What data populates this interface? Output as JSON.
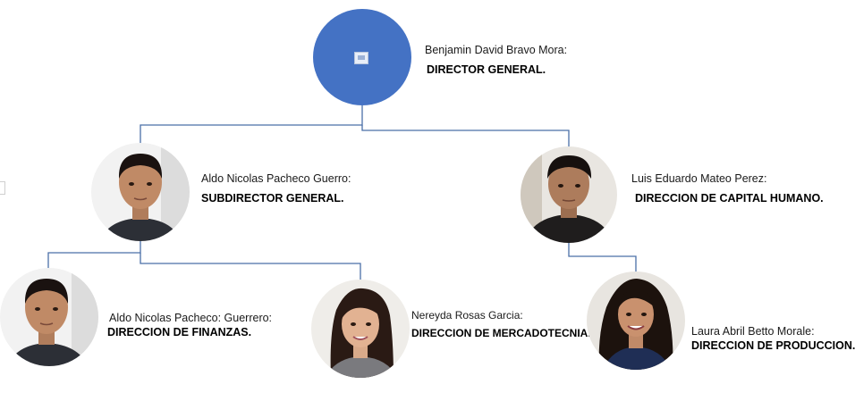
{
  "members": {
    "director": {
      "name": "Benjamin David Bravo Mora:",
      "role": "DIRECTOR GENERAL."
    },
    "subdirector": {
      "name": "Aldo Nicolas Pacheco Guerro:",
      "role": "SUBDIRECTOR GENERAL."
    },
    "capital_humano": {
      "name": "Luis Eduardo Mateo Perez:",
      "role": "DIRECCION DE CAPITAL HUMANO."
    },
    "finanzas": {
      "name": "Aldo Nicolas Pacheco: Guerrero:",
      "role": "DIRECCION DE FINANZAS."
    },
    "mercadotecnia": {
      "name": "Nereyda Rosas Garcia:",
      "role": "DIRECCION DE MERCADOTECNIA."
    },
    "produccion": {
      "name": "Laura Abril Betto Morale:",
      "role": "DIRECCION DE PRODUCCION."
    }
  },
  "colors": {
    "node_fill": "#4472c4",
    "connector": "#4a6fa8"
  }
}
